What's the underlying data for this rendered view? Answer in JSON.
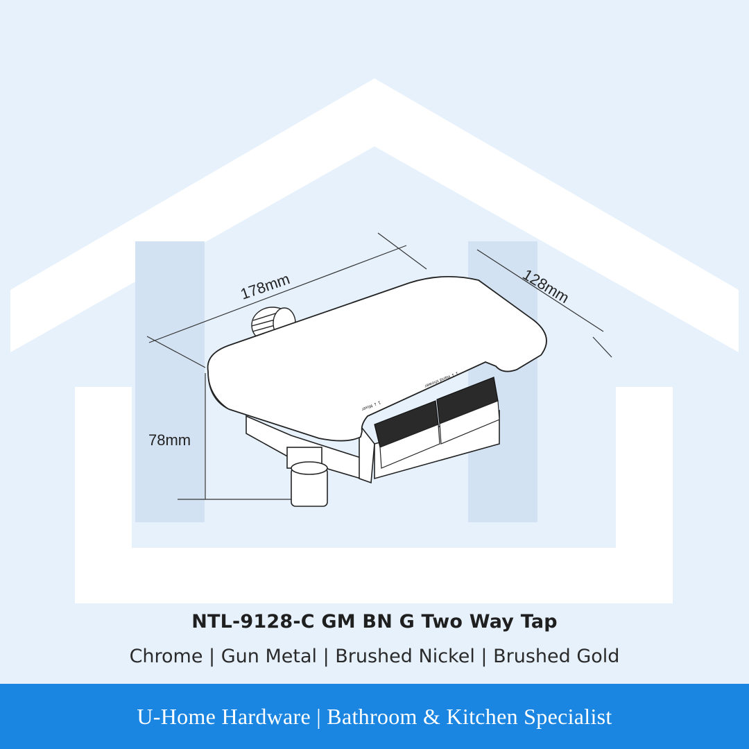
{
  "drawing": {
    "dimensions": {
      "width": "178mm",
      "depth": "128mm",
      "height": "78mm"
    },
    "valve_labels": {
      "left": "1 ↓ Mixer",
      "right": "1 ↓ Hand shower"
    }
  },
  "product": {
    "title": "NTL-9128-C GM BN G Two Way Tap",
    "finishes": "Chrome | Gun Metal | Brushed Nickel | Brushed Gold"
  },
  "footer": {
    "text": "U-Home Hardware | Bathroom & Kitchen Specialist"
  },
  "colors": {
    "background": "#e6f1fc",
    "watermark": "#ffffff",
    "footer_bar": "#1b86e2",
    "footer_text": "#ffffff"
  }
}
